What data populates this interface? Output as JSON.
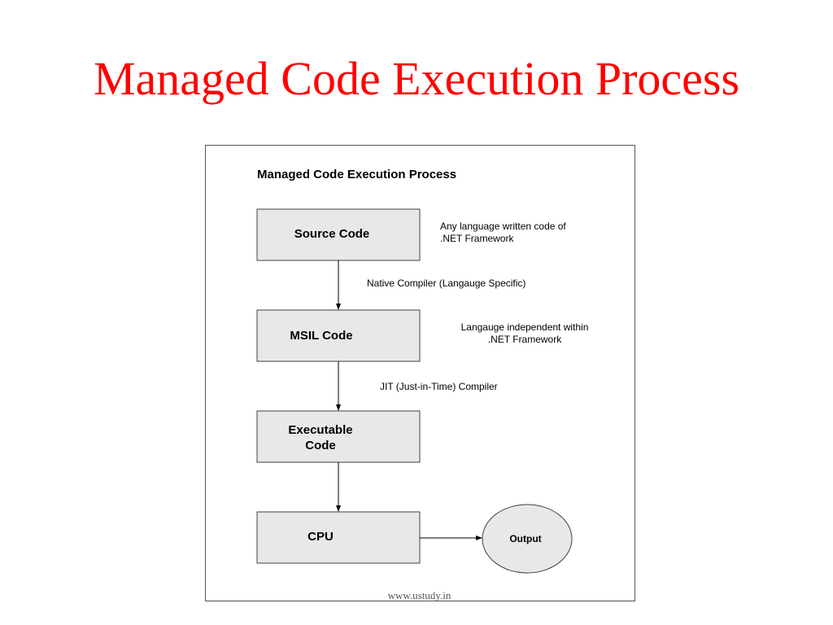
{
  "slide_title": "Managed Code Execution Process",
  "diagram": {
    "heading": "Managed Code Execution Process",
    "boxes": {
      "source": [
        "Source Code"
      ],
      "msil": [
        "MSIL Code"
      ],
      "executable": [
        "Executable",
        "Code"
      ],
      "cpu": [
        "CPU"
      ]
    },
    "output": "Output",
    "notes": {
      "source": [
        "Any language written code of",
        ".NET Framework"
      ],
      "msil": [
        "Langauge independent within",
        ".NET Framework"
      ]
    },
    "edges": {
      "source_to_msil": "Native Compiler (Langauge Specific)",
      "msil_to_executable": "JIT (Just-in-Time) Compiler"
    }
  },
  "footer": "www.ustudy.in",
  "colors": {
    "title": "#ff0000",
    "box_fill": "#e8e8e8",
    "stroke": "#404040"
  }
}
